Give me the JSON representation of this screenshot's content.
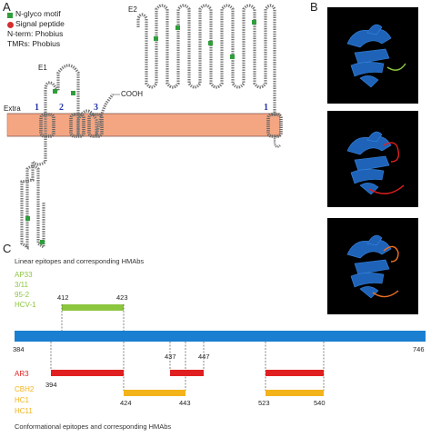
{
  "panel_a": {
    "letter": "A",
    "legend": {
      "n_glyco": "N-glyco motif",
      "signal_peptide": "Signal peptide",
      "n_term": "N-term: Phobius",
      "tmrs": "TMRs: Phobius"
    },
    "labels": {
      "e1": "E1",
      "e2": "E2",
      "extra": "Extra",
      "cooh": "COOH",
      "loop1": "1",
      "loop2": "2",
      "loop3": "3",
      "loop1_right": "1"
    }
  },
  "panel_b": {
    "letter": "B"
  },
  "panel_c": {
    "letter": "C",
    "linear_header": "Linear epitopes and corresponding HMAbs",
    "linear_antibodies": [
      "AP33",
      "3/11",
      "95-2",
      "HCV-1"
    ],
    "conformational_header": "Conformational epitopes and corresponding HMAbs",
    "ar3_label": "AR3",
    "gold_antibodies": [
      "CBH2",
      "HC1",
      "HC11"
    ],
    "protein_start": "384",
    "protein_end": "746",
    "green_start": "412",
    "green_end": "423",
    "red_start": "394",
    "red_mid_a": "437",
    "red_mid_b": "447",
    "gold_a_start": "424",
    "gold_a_end": "443",
    "gold_b_start": "523",
    "gold_b_end": "540"
  },
  "colors": {
    "membrane": "#f4a582",
    "protein_bar": "#1a7fd0",
    "linear": "#8cc63f",
    "ar3": "#e02020",
    "gold": "#f3b31a",
    "glyco": "#2f9e3a"
  }
}
